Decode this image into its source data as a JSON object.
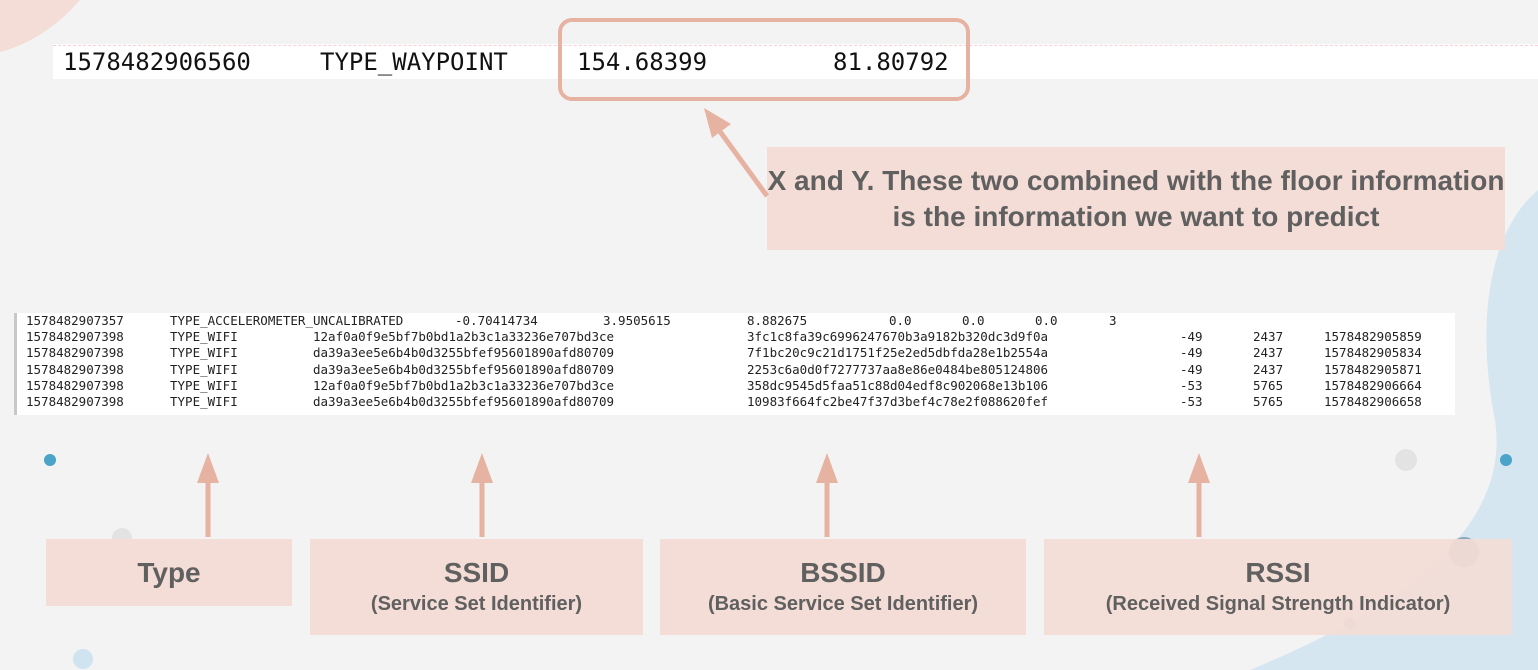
{
  "waypoint": {
    "timestamp": "1578482906560",
    "type": "TYPE_WAYPOINT",
    "x": "154.68399",
    "y": "81.80792"
  },
  "note_text": "X and Y.  These two combined with the floor information is the information we want to predict",
  "log": {
    "rows": [
      [
        "1578482907357",
        "TYPE_ACCELEROMETER_UNCALIBRATED",
        "-0.70414734",
        "3.9505615",
        "8.882675",
        "0.0",
        "0.0",
        "0.0",
        "3"
      ],
      [
        "1578482907398",
        "TYPE_WIFI",
        "12af0a0f9e5bf7b0bd1a2b3c1a33236e707bd3ce",
        "3fc1c8fa39c6996247670b3a9182b320dc3d9f0a",
        "-49",
        "2437",
        "1578482905859"
      ],
      [
        "1578482907398",
        "TYPE_WIFI",
        "da39a3ee5e6b4b0d3255bfef95601890afd80709",
        "7f1bc20c9c21d1751f25e2ed5dbfda28e1b2554a",
        "-49",
        "2437",
        "1578482905834"
      ],
      [
        "1578482907398",
        "TYPE_WIFI",
        "da39a3ee5e6b4b0d3255bfef95601890afd80709",
        "2253c6a0d0f7277737aa8e86e0484be805124806",
        "-49",
        "2437",
        "1578482905871"
      ],
      [
        "1578482907398",
        "TYPE_WIFI",
        "12af0a0f9e5bf7b0bd1a2b3c1a33236e707bd3ce",
        "358dc9545d5faa51c88d04edf8c902068e13b106",
        "-53",
        "5765",
        "1578482906664"
      ],
      [
        "1578482907398",
        "TYPE_WIFI",
        "da39a3ee5e6b4b0d3255bfef95601890afd80709",
        "10983f664fc2be47f37d3bef4c78e2f088620fef",
        "-53",
        "5765",
        "1578482906658"
      ]
    ]
  },
  "labels": {
    "type": {
      "title": "Type"
    },
    "ssid": {
      "title": "SSID",
      "subtitle": "(Service Set Identifier)"
    },
    "bssid": {
      "title": "BSSID",
      "subtitle": "(Basic Service Set Identifier)"
    },
    "rssi": {
      "title": "RSSI",
      "subtitle": "(Received Signal Strength Indicator)"
    }
  },
  "colors": {
    "accent": "#e6b2a1",
    "box_fill": "#f4ddd6",
    "text_gray": "#606060",
    "bg": "#f3f3f3",
    "deco_pink": "#f4ddd6",
    "deco_blue": "#cfe3f0"
  }
}
